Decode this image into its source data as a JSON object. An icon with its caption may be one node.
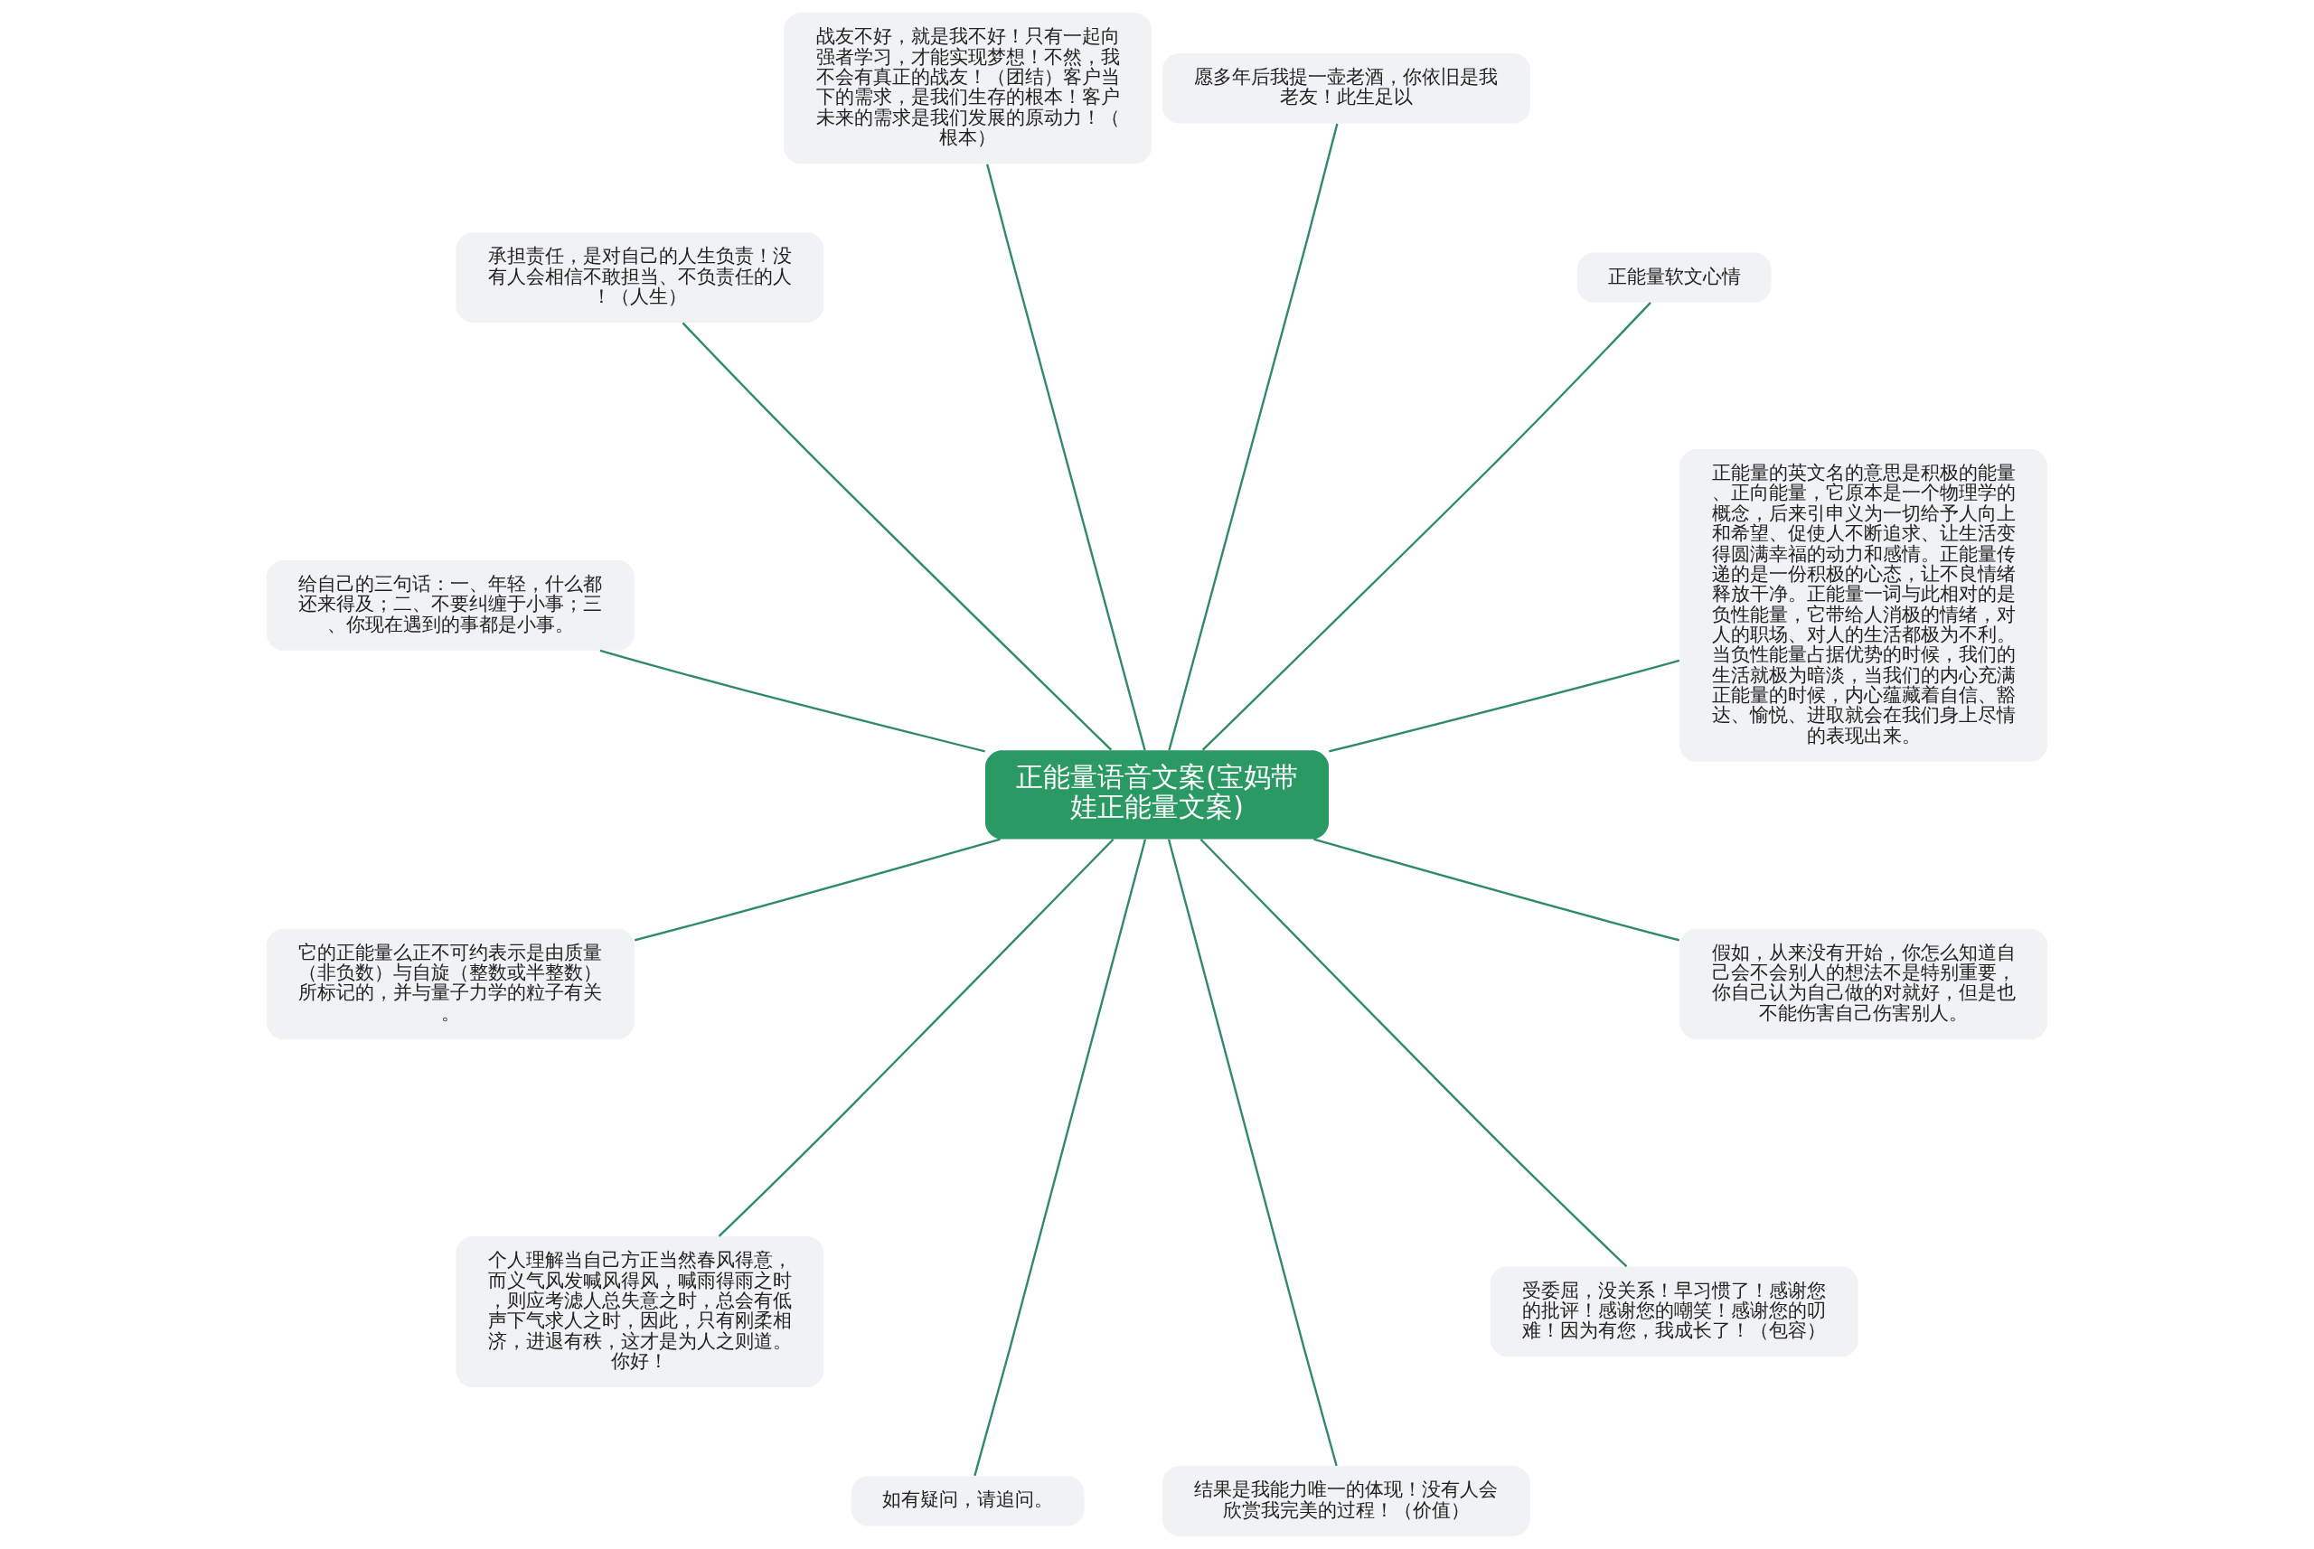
{
  "diagram": {
    "nodes": [
      {
        "text": [
          "正能量语音文案(宝妈带娃正能量文案)"
        ]
      },
      {
        "text": [
          "正能量的英文名的意思是积极的能量、正向能量，它原本是一个物理学的概念，后来引申义为一切给予人向上和希望、促使人不断追求、让生活变得圆满幸福的动力和感情。正能量传递的是一份积极的心态，让不良情绪释放干净。正能量一词与此相对的是负性能量，它带给人消极的情绪，对人的职场、对人的生活都极为不利。当负性能量占据优势的时候，我们的生活就极为暗淡，当我们的内心充满正能量的时候，内心蕴藏着自信、豁达、愉悦、进取就会在我们身上尽情的表现出来。"
        ]
      },
      {
        "text": [
          "正能量软文心情"
        ]
      },
      {
        "text": [
          "愿多年后我提一壶老酒，你依旧是我老友！此生足以"
        ]
      },
      {
        "text": [
          "战友不好，就是我不好！只有一起向强者学习，才能实现梦想！不然，我不会有真正的战友！（团结）客户当下的需求，是我们生存的根本！客户未来的需求是我们发展的原动力！（根本）"
        ]
      },
      {
        "text": [
          "承担责任，是对自己的人生负责！没有人会相信不敢担当、不负责任的人！（人生）"
        ]
      },
      {
        "text": [
          "给自己的三句话：一、年轻，什么都还来得及；二、不要纠缠于小事；三、你现在遇到的事都是小事。"
        ]
      },
      {
        "text": [
          "它的正能量么正不可约表示是由质量（非负数）与自旋（整数或半整数）所标记的，并与量子力学的粒子有关。"
        ]
      },
      {
        "text": [
          "个人理解当自己方正当然春风得意，而义气风发喊风得风，喊雨得雨之时，则应考滤人总失意之时，总会有低声下气求人之时，因此，只有刚柔相济，进退有秩，这才是为人之则道。你好！"
        ]
      },
      {
        "text": [
          "如有疑问，请追问。"
        ]
      },
      {
        "text": [
          "结果是我能力唯一的体现！没有人会欣赏我完美的过程！（价值）"
        ]
      },
      {
        "text": [
          "受委屈，没关系！早习惯了！感谢您的批评！感谢您的嘲笑！感谢您的叨难！因为有您，我成长了！（包容）"
        ]
      },
      {
        "text": [
          "假如，从来没有开始，你怎么知道自己会不会别人的想法不是特别重要，你自己认为自己做的对就好，但是也不能伤害自己伤害别人。"
        ]
      }
    ],
    "edges": [
      {
        "from": 0,
        "to": 1,
        "arrow": "none"
      },
      {
        "from": 0,
        "to": 2,
        "arrow": "none"
      },
      {
        "from": 0,
        "to": 3,
        "arrow": "none"
      },
      {
        "from": 0,
        "to": 4,
        "arrow": "none"
      },
      {
        "from": 0,
        "to": 5,
        "arrow": "none"
      },
      {
        "from": 0,
        "to": 6,
        "arrow": "none"
      },
      {
        "from": 0,
        "to": 7,
        "arrow": "none"
      },
      {
        "from": 0,
        "to": 8,
        "arrow": "none"
      },
      {
        "from": 0,
        "to": 9,
        "arrow": "none"
      },
      {
        "from": 0,
        "to": 10,
        "arrow": "none"
      },
      {
        "from": 0,
        "to": 11,
        "arrow": "none"
      },
      {
        "from": 0,
        "to": 12,
        "arrow": "none"
      }
    ]
  }
}
